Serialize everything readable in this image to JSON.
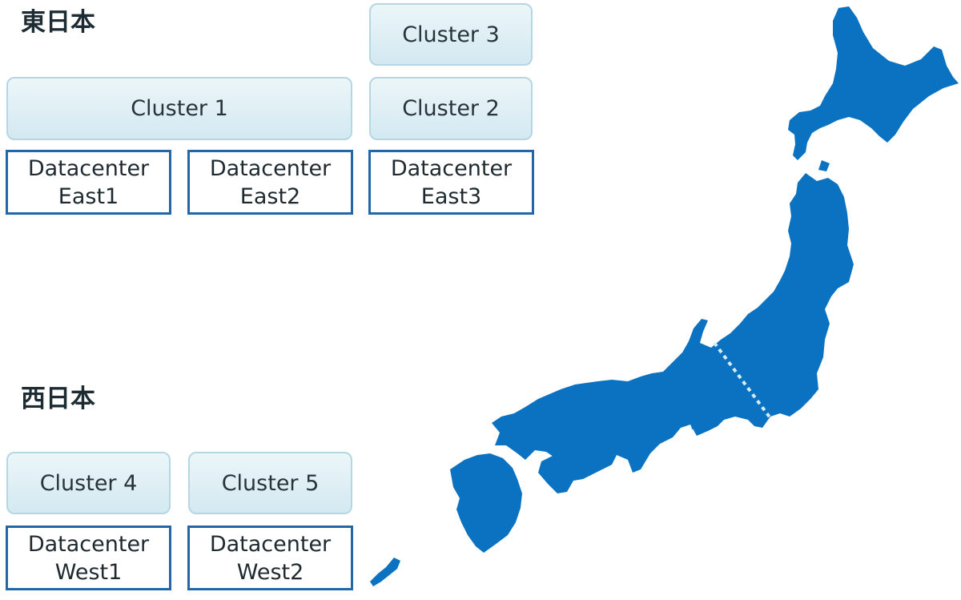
{
  "east": {
    "title": "東日本",
    "clusters": [
      {
        "label": "Cluster 3"
      },
      {
        "label": "Cluster 1"
      },
      {
        "label": "Cluster 2"
      }
    ],
    "datacenters": [
      {
        "line1": "Datacenter",
        "line2": "East1"
      },
      {
        "line1": "Datacenter",
        "line2": "East2"
      },
      {
        "line1": "Datacenter",
        "line2": "East3"
      }
    ]
  },
  "west": {
    "title": "西日本",
    "clusters": [
      {
        "label": "Cluster 4"
      },
      {
        "label": "Cluster 5"
      }
    ],
    "datacenters": [
      {
        "line1": "Datacenter",
        "line2": "West1"
      },
      {
        "line1": "Datacenter",
        "line2": "West2"
      }
    ]
  },
  "colors": {
    "map_fill": "#0a72c1",
    "datacenter_border": "#2467a8",
    "cluster_fill": "#dcedf3",
    "divider": "#d7ecf7"
  },
  "map": {
    "icon": "japan-map-icon"
  }
}
